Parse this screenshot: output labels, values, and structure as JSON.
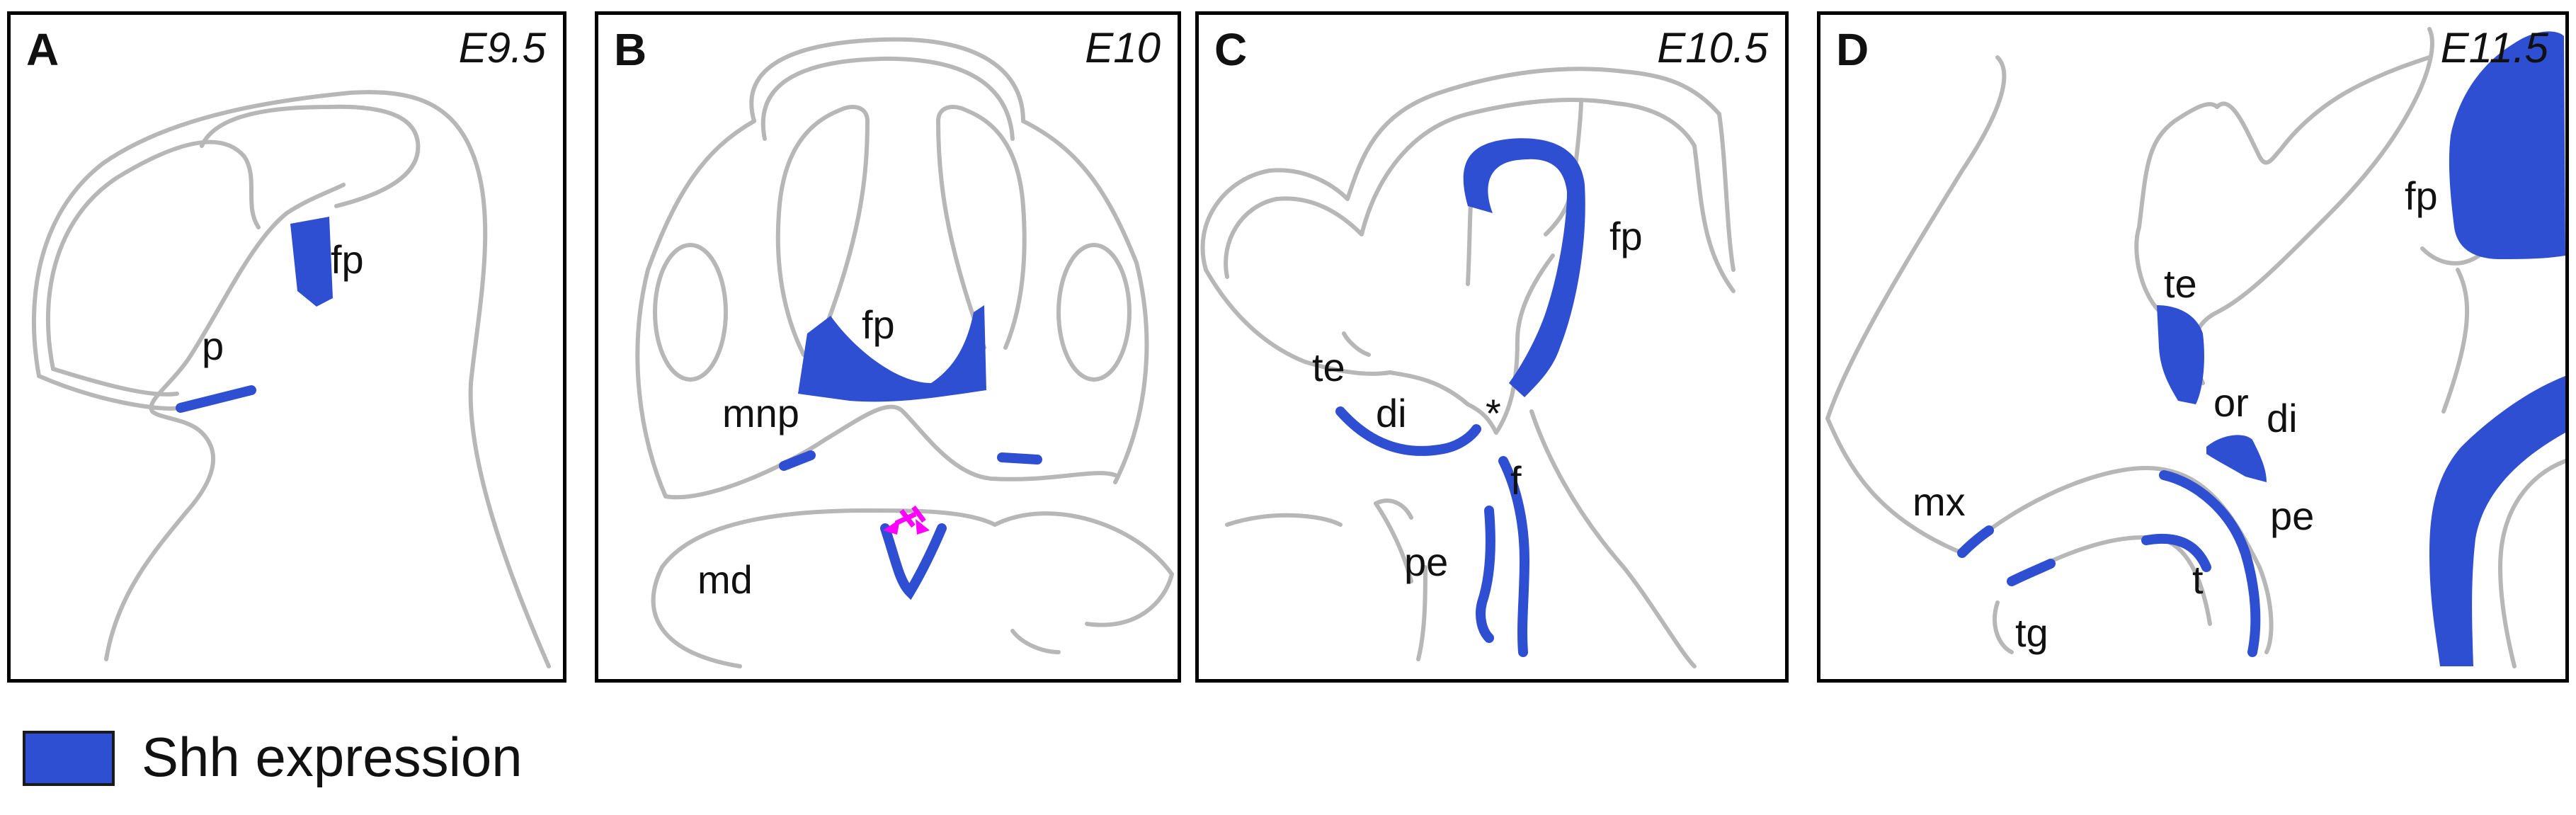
{
  "colors": {
    "shh": "#2f4fd3",
    "outline": "#b7b7b7",
    "arrow": "#ff00ff"
  },
  "panels": [
    {
      "letter": "A",
      "stage": "E9.5",
      "labels": {
        "fp": "fp",
        "p": "p"
      }
    },
    {
      "letter": "B",
      "stage": "E10",
      "labels": {
        "fp": "fp",
        "mnp": "mnp",
        "md": "md"
      }
    },
    {
      "letter": "C",
      "stage": "E10.5",
      "labels": {
        "fp": "fp",
        "te": "te",
        "di": "di",
        "star": "*",
        "f": "f",
        "pe": "pe"
      }
    },
    {
      "letter": "D",
      "stage": "E11.5",
      "labels": {
        "fp": "fp",
        "te": "te",
        "or": "or",
        "di": "di",
        "mx": "mx",
        "pe": "pe",
        "t": "t",
        "tg": "tg"
      }
    }
  ],
  "legend": {
    "label": "Shh expression"
  }
}
